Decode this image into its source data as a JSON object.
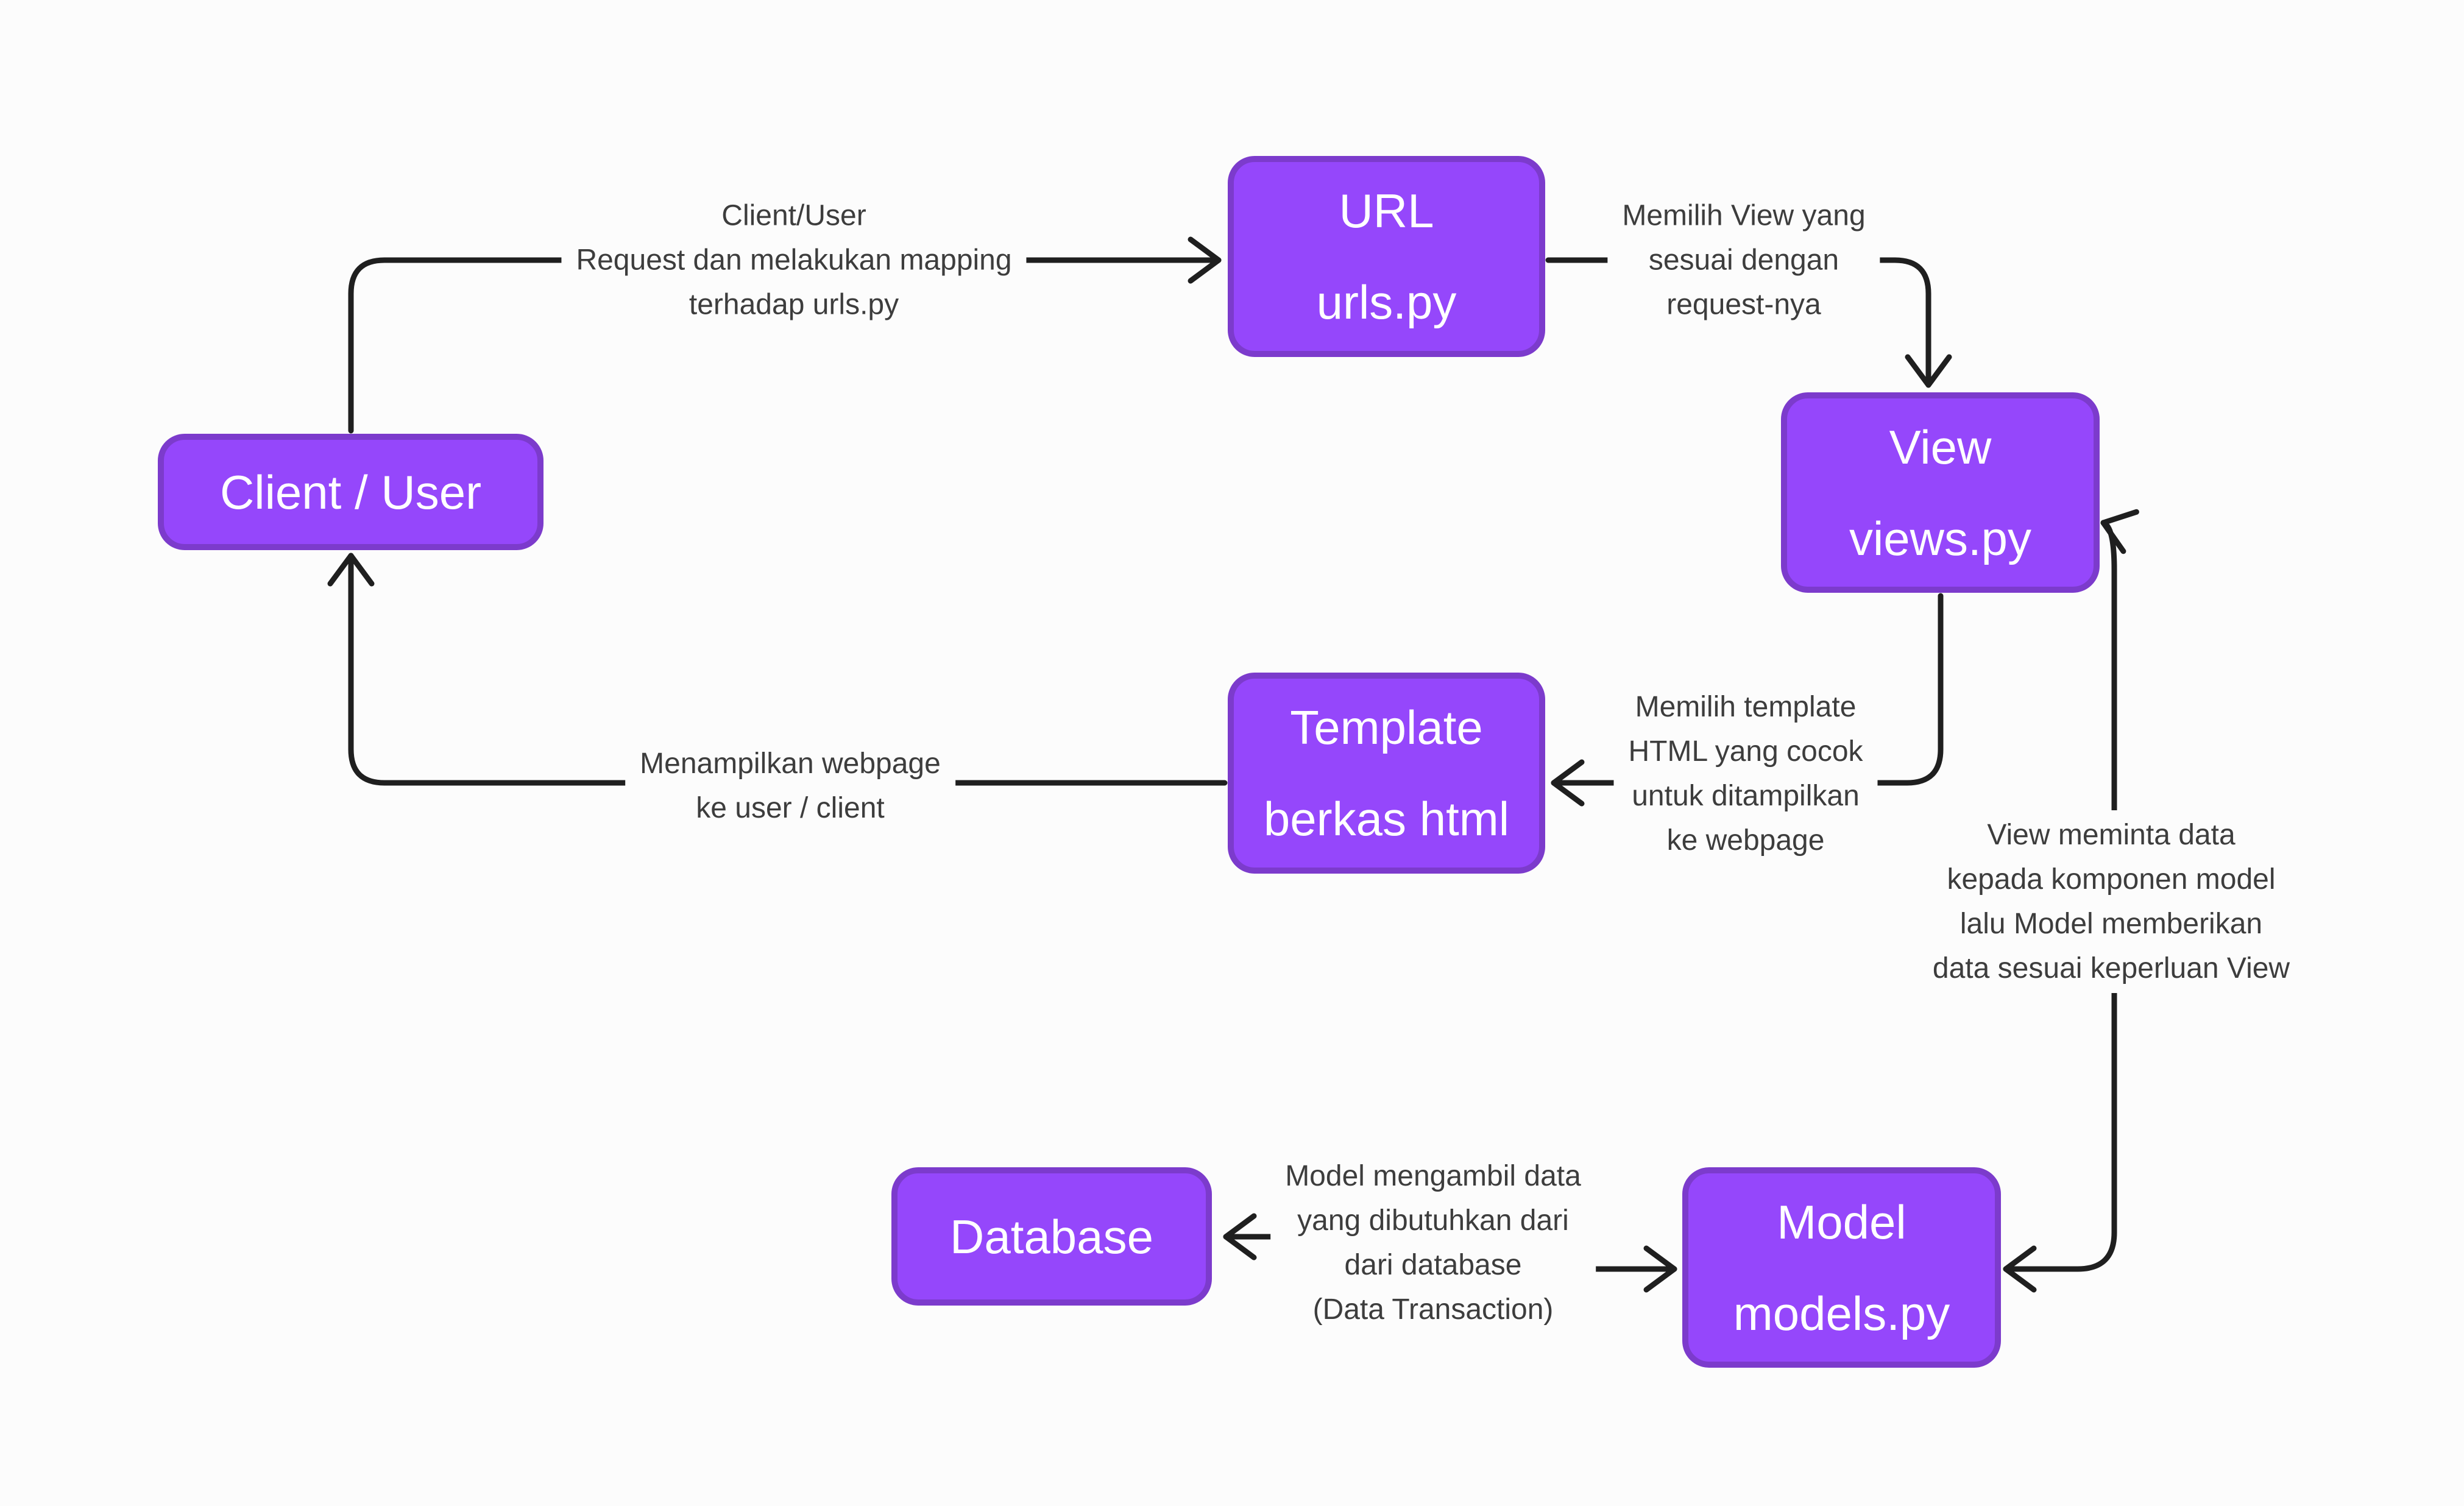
{
  "colors": {
    "background": "#FCFCFC",
    "box_fill": "#9547FB",
    "box_border": "#7C3BCC",
    "box_text": "#FFFFFF",
    "line": "#1F1F1F",
    "label_text": "#3D3D3D"
  },
  "nodes": [
    {
      "id": "client",
      "lines": [
        "Client / User"
      ]
    },
    {
      "id": "url",
      "lines": [
        "URL",
        "urls.py"
      ]
    },
    {
      "id": "view",
      "lines": [
        "View",
        "views.py"
      ]
    },
    {
      "id": "template",
      "lines": [
        "Template",
        "berkas html"
      ]
    },
    {
      "id": "database",
      "lines": [
        "Database"
      ]
    },
    {
      "id": "model",
      "lines": [
        "Model",
        "models.py"
      ]
    }
  ],
  "labels": [
    {
      "id": "client-request",
      "lines": [
        "Client/User",
        "Request dan melakukan mapping",
        "terhadap urls.py"
      ]
    },
    {
      "id": "memilih-view",
      "lines": [
        "Memilih View yang",
        "sesuai dengan",
        "request-nya"
      ]
    },
    {
      "id": "memilih-template",
      "lines": [
        "Memilih template",
        "HTML yang cocok",
        "untuk ditampilkan",
        "ke webpage"
      ]
    },
    {
      "id": "menampilkan-webpage",
      "lines": [
        "Menampilkan webpage",
        "ke user / client"
      ]
    },
    {
      "id": "view-meminta-data",
      "lines": [
        "View meminta data",
        "kepada komponen model",
        "lalu Model memberikan",
        "data sesuai keperluan View"
      ]
    },
    {
      "id": "model-mengambil-data",
      "lines": [
        "Model mengambil data",
        "yang dibutuhkan dari",
        "dari database",
        "(Data Transaction)"
      ]
    }
  ]
}
